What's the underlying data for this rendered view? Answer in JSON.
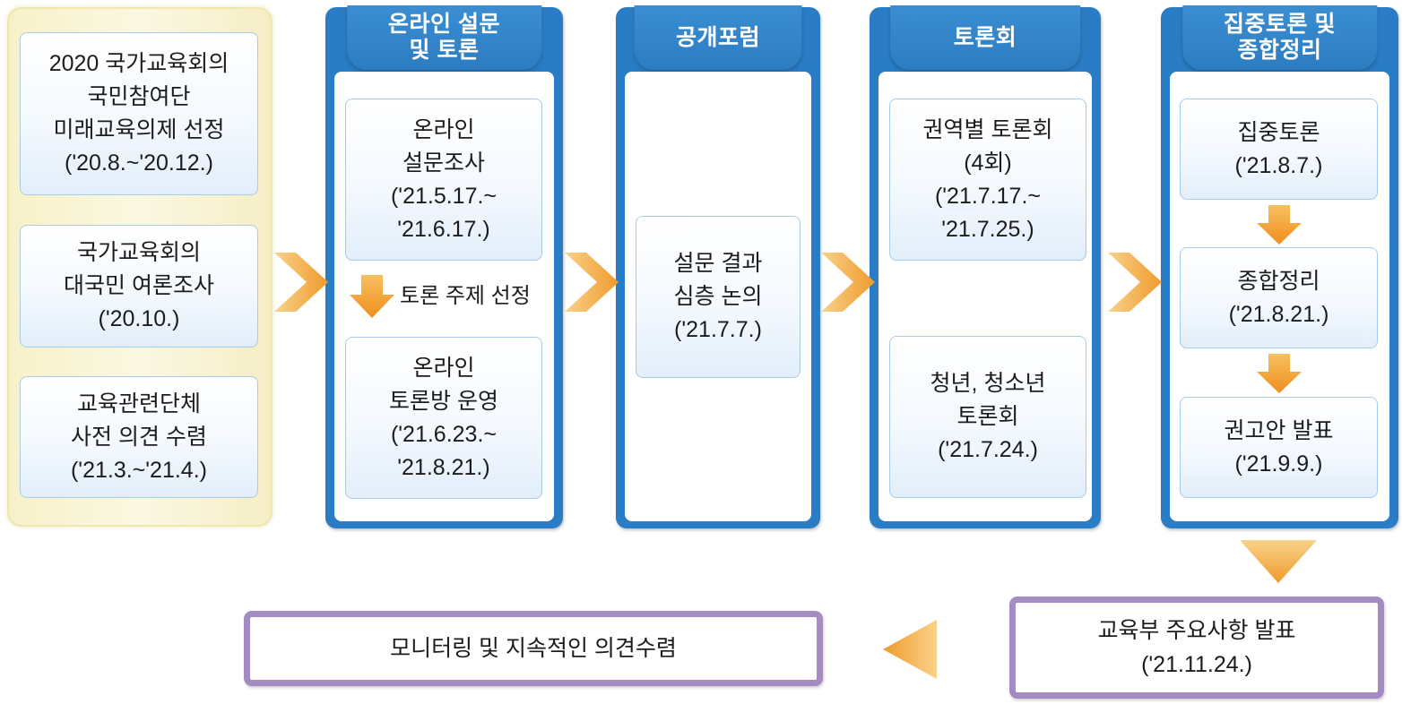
{
  "initial_steps": [
    "2020 국가교육회의\n국민참여단\n미래교육의제 선정\n('20.8.~'20.12.)",
    "국가교육회의\n대국민 여론조사\n('20.10.)",
    "교육관련단체\n사전 의견 수렴\n('21.3.~'21.4.)"
  ],
  "stages": {
    "online": {
      "title": "온라인 설문\n및 토론",
      "survey": "온라인\n설문조사\n('21.5.17.~\n'21.6.17.)",
      "note": "토론 주제 선정",
      "forum_room": "온라인\n토론방 운영\n('21.6.23.~\n'21.8.21.)"
    },
    "open_forum": {
      "title": "공개포럼",
      "card": "설문 결과\n심층 논의\n('21.7.7.)"
    },
    "debate": {
      "title": "토론회",
      "regional": "권역별 토론회\n(4회)\n('21.7.17.~\n'21.7.25.)",
      "youth": "청년, 청소년\n토론회\n('21.7.24.)"
    },
    "final": {
      "title": "집중토론 및\n종합정리",
      "intensive": "집중토론\n('21.8.7.)",
      "summary": "종합정리\n('21.8.21.)",
      "recommendation": "권고안 발표\n('21.9.9.)"
    }
  },
  "ministry_announcement": "교육부 주요사항 발표\n('21.11.24.)",
  "monitoring": "모니터링 및 지속적인 의견수렴",
  "colors": {
    "stage_blue": "#2a7dc4",
    "card_border": "#a9cbea",
    "arrow_orange": "#f4a93a",
    "purple_border": "#a48cc2",
    "yellow_panel": "#f7f1c8"
  }
}
